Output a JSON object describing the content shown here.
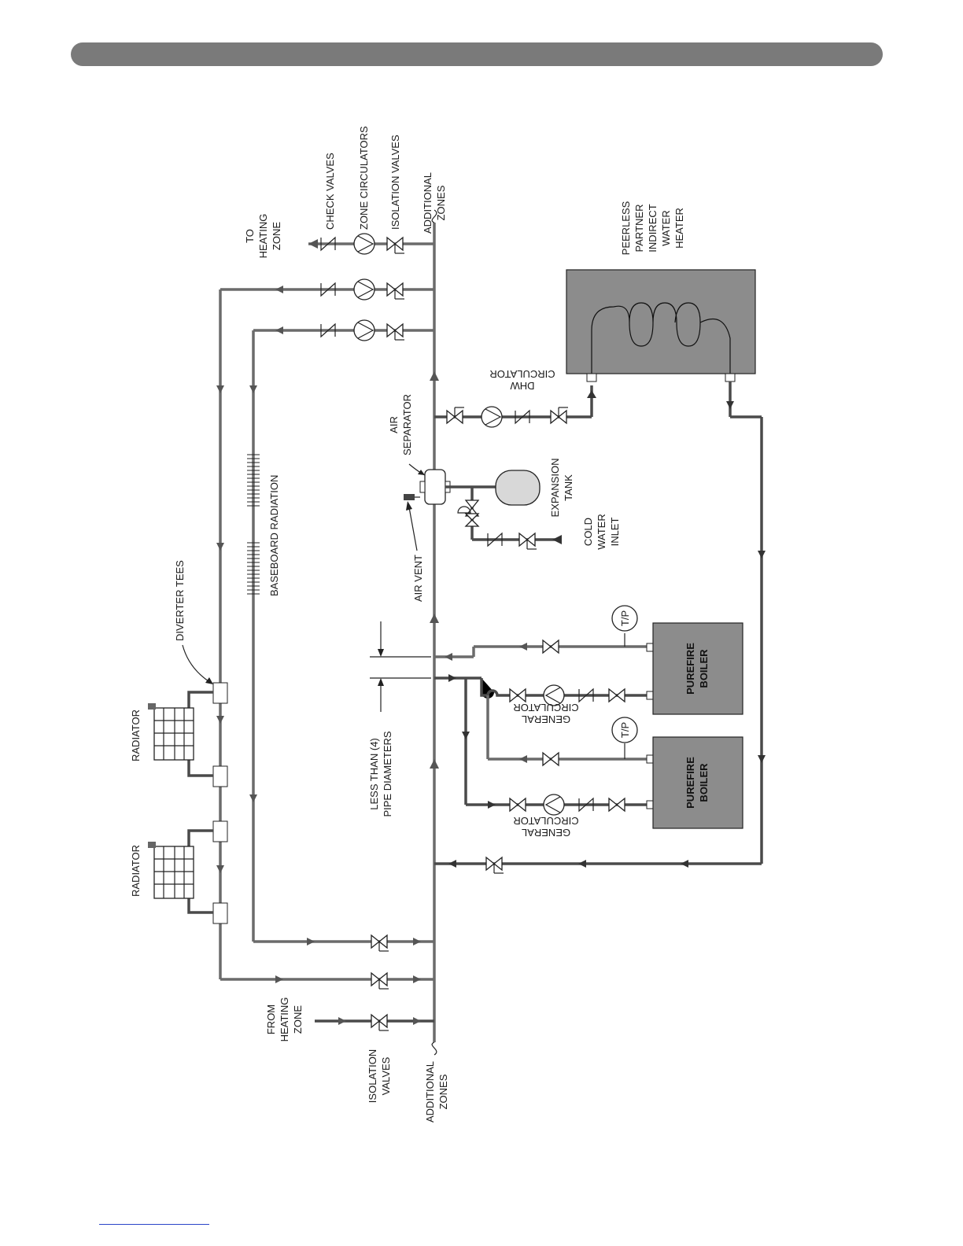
{
  "labels": {
    "check_valves": "CHECK VALVES",
    "zone_circulators": "ZONE CIRCULATORS",
    "isolation_valves_top": "ISOLATION VALVES",
    "additional_zones_top": [
      "ADDITIONAL",
      "ZONES"
    ],
    "to_heating_zone": [
      "TO",
      "HEATING",
      "ZONE"
    ],
    "indirect_heater": [
      "PEERLESS",
      "PARTNER",
      "INDIRECT",
      "WATER",
      "HEATER"
    ],
    "dhw_circulator": [
      "DHW",
      "CIRCULATOR"
    ],
    "air_separator": [
      "AIR",
      "SEPARATOR"
    ],
    "expansion_tank": [
      "EXPANSION",
      "TANK"
    ],
    "cold_water_inlet": [
      "COLD",
      "WATER",
      "INLET"
    ],
    "air_vent": "AIR VENT",
    "baseboard_radiation": "BASEBOARD RADIATION",
    "diverter_tees": "DIVERTER TEES",
    "radiator_1": "RADIATOR",
    "radiator_2": "RADIATOR",
    "pipe_diameters": [
      "LESS THAN (4)",
      "PIPE DIAMETERS"
    ],
    "general_circulator_1": [
      "GENERAL",
      "CIRCULATOR"
    ],
    "general_circulator_2": [
      "GENERAL",
      "CIRCULATOR"
    ],
    "tp_1": "T/P",
    "tp_2": "T/P",
    "boiler_1": [
      "PUREFIRE",
      "BOILER"
    ],
    "boiler_2": [
      "PUREFIRE",
      "BOILER"
    ],
    "from_heating_zone": [
      "FROM",
      "HEATING",
      "ZONE"
    ],
    "isolation_valves_bottom": [
      "ISOLATION",
      "VALVES"
    ],
    "additional_zones_bottom": [
      "ADDITIONAL",
      "ZONES"
    ]
  },
  "colors": {
    "pipe": "#6b6b6b",
    "pipe_dark": "#4a4a4a",
    "equipment_fill": "#8c8c8c",
    "header_bar": "#7a7a7a"
  }
}
